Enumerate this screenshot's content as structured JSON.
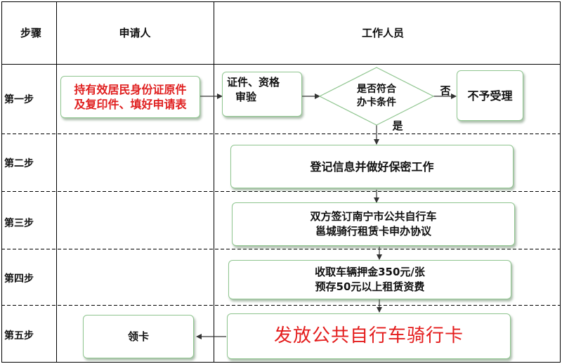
{
  "header": {
    "step": "步骤",
    "applicant": "申请人",
    "staff": "工作人员"
  },
  "steps": [
    "第一步",
    "第二步",
    "第三步",
    "第四步",
    "第五步"
  ],
  "nodes": {
    "applicant_docs": [
      "持有效居民身份证原件",
      "及复印件、填好申请表"
    ],
    "verify": [
      "证件、资格",
      "审验"
    ],
    "decision": [
      "是否符合",
      "办卡条件"
    ],
    "reject": "不予受理",
    "register": "登记信息并做好保密工作",
    "agreement": [
      "双方签订南宁市公共自行车",
      "邕城骑行租赁卡申办协议"
    ],
    "deposit": [
      "收取车辆押金350元/张",
      "预存50元以上租赁资费"
    ],
    "issue": "发放公共自行车骑行卡",
    "receive": "领卡"
  },
  "edge_labels": {
    "no": "否",
    "yes": "是"
  },
  "colors": {
    "box_border": "#8fc58f",
    "highlight_text": "#e02020",
    "line": "#333333"
  }
}
